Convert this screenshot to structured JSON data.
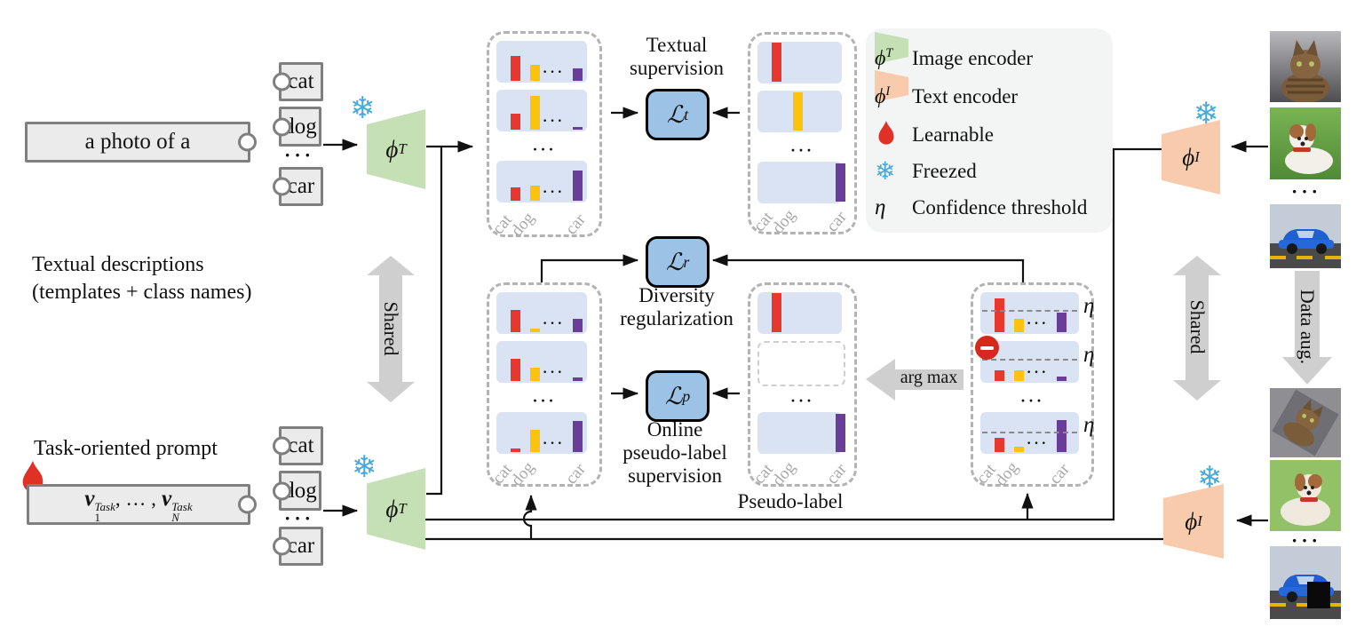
{
  "colors": {
    "red": "#e8382d",
    "yellow": "#fbc30c",
    "purple": "#6a3e98",
    "row_bg": "#dae3f3",
    "loss_bg": "#9cc3e6",
    "panel_border": "#b3b3b3",
    "gray_arrow": "#cfcfcf",
    "green_encoder": "#c5e0b4",
    "orange_encoder": "#f8cbad",
    "legend_bg": "#f3f4f4",
    "snowflake": "#47a9dd",
    "flame": "#e03127",
    "minus_badge": "#d7281d",
    "rot_label": "#a8a8a8"
  },
  "ellipsis": "···",
  "icons": {
    "snowflake": "❄"
  },
  "classes": [
    "cat",
    "dog",
    "car"
  ],
  "top_prompt": {
    "text": "a photo of a"
  },
  "textual_descriptions": {
    "line1": "Textual descriptions",
    "line2": "(templates + class names)"
  },
  "task_prompt": {
    "title": "Task-oriented prompt",
    "v": "v",
    "sub_first": "1",
    "sub_last": "N",
    "sup": "Task",
    "separator": ", … ,"
  },
  "encoders": {
    "text": {
      "symbol": "ϕ",
      "sup": "T"
    },
    "image": {
      "symbol": "ϕ",
      "sup": "I"
    }
  },
  "losses": {
    "textual": {
      "symbol": "ℒ",
      "sub": "t"
    },
    "diversity": {
      "symbol": "ℒ",
      "sub": "r"
    },
    "pseudo": {
      "symbol": "ℒ",
      "sub": "p"
    }
  },
  "labels": {
    "textual_supervision": [
      "Textual",
      "supervision"
    ],
    "diversity_regularization": [
      "Diversity",
      "regularization"
    ],
    "online_pseudo": [
      "Online",
      "pseudo-label",
      "supervision"
    ],
    "pseudo_label": "Pseudo-label",
    "arg_max": "arg max",
    "shared": "Shared",
    "data_aug": "Data aug.",
    "eta": "η"
  },
  "legend": {
    "items": [
      {
        "icon": "text-encoder-trapezoid",
        "symbol": "ϕ",
        "sup": "T",
        "label": "Image encoder"
      },
      {
        "icon": "image-encoder-trapezoid",
        "symbol": "ϕ",
        "sup": "I",
        "label": "Text encoder"
      },
      {
        "icon": "flame",
        "label": "Learnable"
      },
      {
        "icon": "snowflake",
        "label": "Freezed"
      },
      {
        "icon": "eta",
        "symbol": "η",
        "label": "Confidence threshold"
      }
    ]
  },
  "photos": {
    "top": [
      "cat",
      "dog",
      "car"
    ],
    "augmented": [
      "cat",
      "dog",
      "car"
    ]
  },
  "panels": {
    "text_top": {
      "rows": [
        {
          "type": "bars",
          "dots": true,
          "bars": [
            {
              "c": "red",
              "h": 28
            },
            {
              "c": "yellow",
              "h": 18
            },
            {
              "c": "purple",
              "h": 14
            }
          ]
        },
        {
          "type": "bars",
          "dots": true,
          "bars": [
            {
              "c": "red",
              "h": 18
            },
            {
              "c": "yellow",
              "h": 38
            },
            {
              "c": "purple",
              "h": 3
            }
          ]
        },
        {
          "type": "dots"
        },
        {
          "type": "bars",
          "dots": true,
          "bars": [
            {
              "c": "red",
              "h": 15
            },
            {
              "c": "yellow",
              "h": 17
            },
            {
              "c": "purple",
              "h": 34
            }
          ]
        }
      ],
      "labels": [
        "cat",
        "dog",
        "car"
      ]
    },
    "onehot_top": {
      "rows": [
        {
          "type": "bars",
          "bars": [
            {
              "c": "red",
              "h": 44,
              "x": 16
            }
          ]
        },
        {
          "type": "bars",
          "bars": [
            {
              "c": "yellow",
              "h": 43,
              "x": 40
            }
          ]
        },
        {
          "type": "dots"
        },
        {
          "type": "bars",
          "bars": [
            {
              "c": "purple",
              "h": 43,
              "x": 88
            }
          ]
        }
      ],
      "labels": [
        "cat",
        "dog",
        "car"
      ]
    },
    "text_bottom": {
      "rows": [
        {
          "type": "bars",
          "dots": true,
          "bars": [
            {
              "c": "red",
              "h": 25
            },
            {
              "c": "yellow",
              "h": 4
            },
            {
              "c": "purple",
              "h": 15
            }
          ]
        },
        {
          "type": "bars",
          "dots": true,
          "bars": [
            {
              "c": "red",
              "h": 25
            },
            {
              "c": "yellow",
              "h": 15
            },
            {
              "c": "purple",
              "h": 4
            }
          ]
        },
        {
          "type": "dots"
        },
        {
          "type": "bars",
          "dots": true,
          "bars": [
            {
              "c": "red",
              "h": 4
            },
            {
              "c": "yellow",
              "h": 25
            },
            {
              "c": "purple",
              "h": 35
            }
          ]
        }
      ],
      "labels": [
        "cat",
        "dog",
        "car"
      ]
    },
    "pseudo": {
      "rows": [
        {
          "type": "bars",
          "bars": [
            {
              "c": "red",
              "h": 44,
              "x": 16
            }
          ]
        },
        {
          "type": "empty"
        },
        {
          "type": "dots"
        },
        {
          "type": "bars",
          "bars": [
            {
              "c": "purple",
              "h": 43,
              "x": 88
            }
          ]
        }
      ],
      "labels": [
        "cat",
        "dog",
        "car"
      ]
    },
    "eta_panel": {
      "rows": [
        {
          "type": "bars",
          "dots": true,
          "threshold": 20,
          "bars": [
            {
              "c": "red",
              "h": 38
            },
            {
              "c": "yellow",
              "h": 15
            },
            {
              "c": "purple",
              "h": 22
            }
          ]
        },
        {
          "type": "bars",
          "dots": true,
          "threshold": 20,
          "bars": [
            {
              "c": "red",
              "h": 12
            },
            {
              "c": "yellow",
              "h": 12
            },
            {
              "c": "purple",
              "h": 5
            }
          ]
        },
        {
          "type": "dots"
        },
        {
          "type": "bars",
          "dots": true,
          "threshold": 22,
          "bars": [
            {
              "c": "red",
              "h": 16
            },
            {
              "c": "yellow",
              "h": 6
            },
            {
              "c": "purple",
              "h": 36
            }
          ]
        }
      ],
      "labels": [
        "cat",
        "dog",
        "car"
      ]
    }
  }
}
